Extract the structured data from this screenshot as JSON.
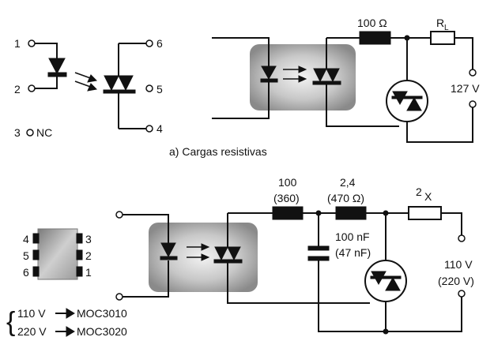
{
  "chip": {
    "pins": {
      "p1": "1",
      "p2": "2",
      "p3": "3",
      "p4": "4",
      "p5": "5",
      "p6": "6"
    },
    "nc_label": "NC"
  },
  "circuit_a": {
    "resistor_label": "100 Ω",
    "load_label": "R",
    "load_sub": "L",
    "voltage": "127 V",
    "caption": "a) Cargas resistivas"
  },
  "circuit_b": {
    "r1_label": "100",
    "r1_alt": "(360)",
    "r2_label": "2,4",
    "r2_alt": "(470 Ω)",
    "cap_label": "100 nF",
    "cap_alt": "(47 nF)",
    "load_label": "2",
    "load_sub": "X",
    "voltage": "110 V",
    "voltage_alt": "(220 V)"
  },
  "package": {
    "pins": {
      "p4": "4",
      "p5": "5",
      "p6": "6",
      "p3": "3",
      "p2": "2",
      "p1": "1"
    }
  },
  "legend": {
    "row1_voltage": "110 V",
    "row1_part": "MOC3010",
    "row2_voltage": "220 V",
    "row2_part": "MOC3020"
  },
  "colors": {
    "ink": "#111111",
    "shade_dark": "#8a8a8a",
    "shade_light": "#dcdcdc"
  }
}
